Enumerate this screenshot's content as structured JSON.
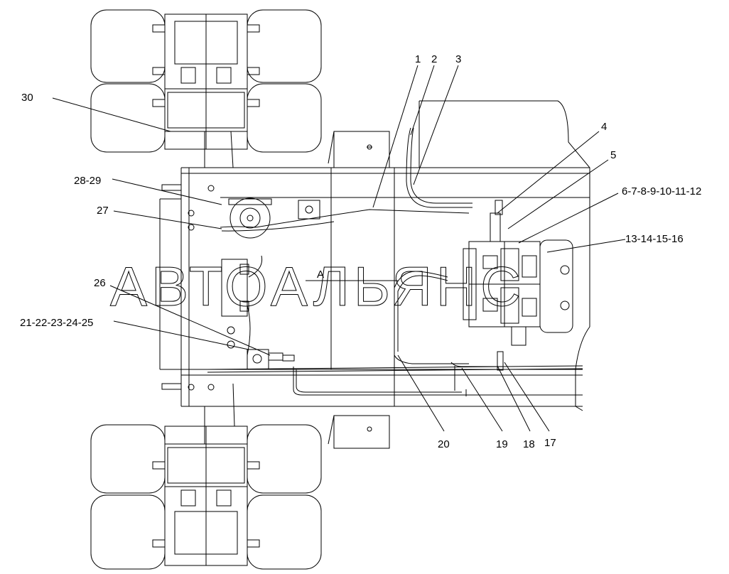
{
  "watermark": "АВТОАЛЬЯНС",
  "callouts": {
    "c1": "1",
    "c2": "2",
    "c3": "3",
    "c4": "4",
    "c5": "5",
    "c6_12": "6-7-8-9-10-11-12",
    "c13_16": "13-14-15-16",
    "c17": "17",
    "c18": "18",
    "c19": "19",
    "c20": "20",
    "c21_25": "21-22-23-24-25",
    "c26": "26",
    "c27": "27",
    "c28_29": "28-29",
    "c30": "30"
  },
  "markers": {
    "section_a": "А"
  }
}
